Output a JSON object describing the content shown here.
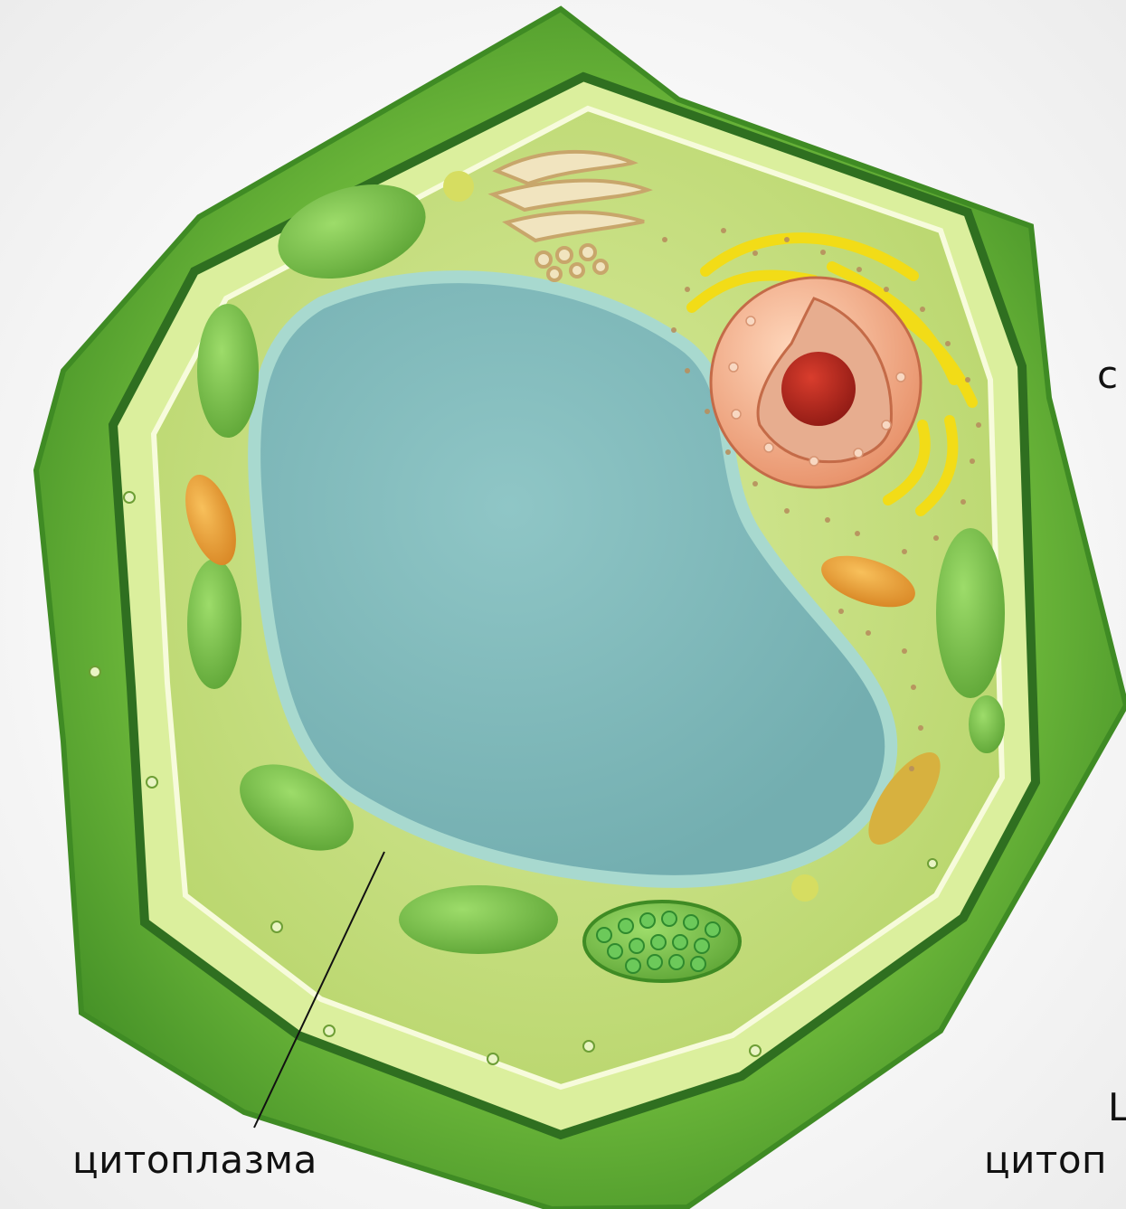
{
  "labels": {
    "cytoplasm": "цитоплазма",
    "right_partial_1": "с",
    "right_partial_2": "Ц",
    "right_partial_3": "цитоп"
  },
  "colors": {
    "cell_wall": "#5aa632",
    "cytoplasm": "#c9e07e",
    "vacuole": "#7fb8b8",
    "nucleus": "#f0a47a",
    "golgi": "#f0e2b6",
    "endoplasmic_reticulum": "#f4e01e",
    "mitochondria": "#e9a030",
    "chloroplast": "#76bf45"
  }
}
